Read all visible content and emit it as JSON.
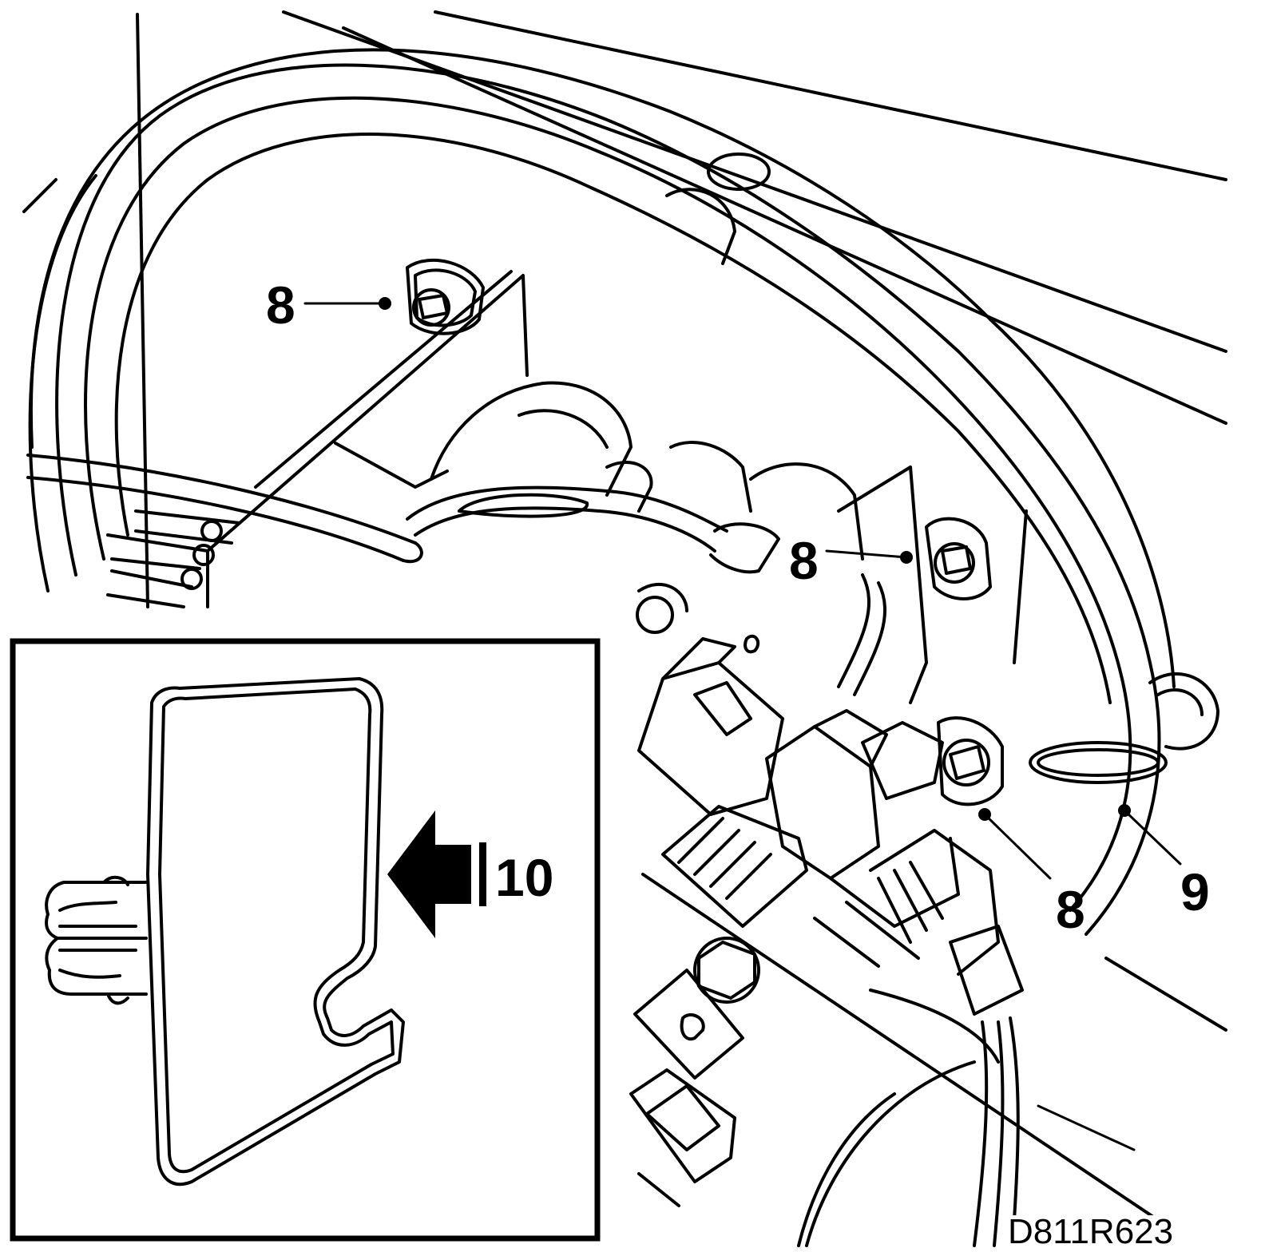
{
  "callouts": {
    "bolt_top_left": "8",
    "bolt_center": "8",
    "bolt_right": "8",
    "clip": "9",
    "view_arrow": "10"
  },
  "reference_code": "D811R623",
  "colors": {
    "ink": "#000000",
    "paper": "#ffffff"
  }
}
